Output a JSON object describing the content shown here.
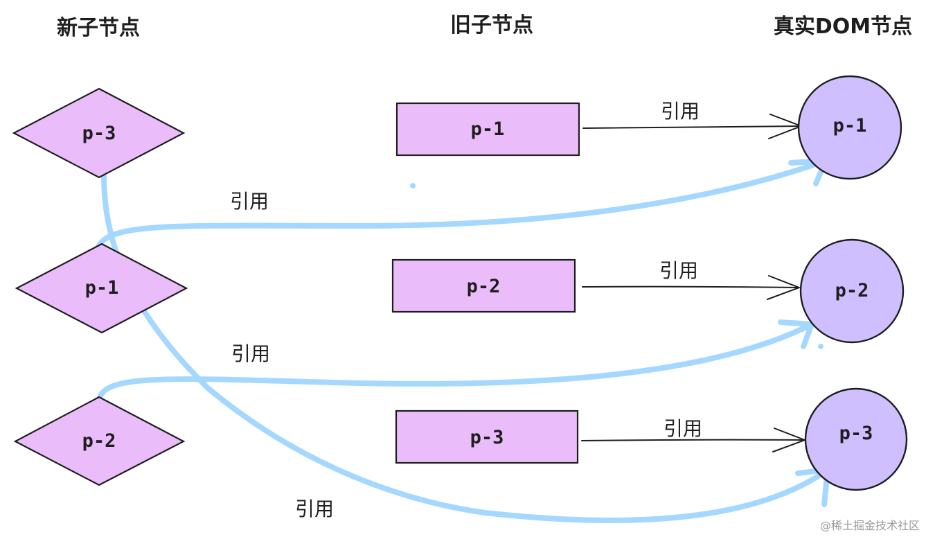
{
  "columns": {
    "new_children": "新子节点",
    "old_children": "旧子节点",
    "real_dom": "真实DOM节点"
  },
  "new_nodes": [
    {
      "id": "new-p-3",
      "label": "p-3"
    },
    {
      "id": "new-p-1",
      "label": "p-1"
    },
    {
      "id": "new-p-2",
      "label": "p-2"
    }
  ],
  "old_nodes": [
    {
      "id": "old-p-1",
      "label": "p-1"
    },
    {
      "id": "old-p-2",
      "label": "p-2"
    },
    {
      "id": "old-p-3",
      "label": "p-3"
    }
  ],
  "dom_nodes": [
    {
      "id": "dom-p-1",
      "label": "p-1"
    },
    {
      "id": "dom-p-2",
      "label": "p-2"
    },
    {
      "id": "dom-p-3",
      "label": "p-3"
    }
  ],
  "edges": {
    "old_to_dom": [
      {
        "from": "old-p-1",
        "to": "dom-p-1",
        "label": "引用"
      },
      {
        "from": "old-p-2",
        "to": "dom-p-2",
        "label": "引用"
      },
      {
        "from": "old-p-3",
        "to": "dom-p-3",
        "label": "引用"
      }
    ],
    "new_to_dom": [
      {
        "from": "new-p-1",
        "to": "dom-p-1",
        "label": "引用"
      },
      {
        "from": "new-p-2",
        "to": "dom-p-2",
        "label": "引用"
      },
      {
        "from": "new-p-3",
        "to": "dom-p-3",
        "label": "引用"
      }
    ]
  },
  "colors": {
    "new_node_fill": "#ebbcfa",
    "old_node_fill": "#ebbcfa",
    "dom_node_fill": "#d0bfff",
    "new_edge_color": "#a5d8ff",
    "old_edge_color": "#1e1e1e"
  },
  "watermark": "@稀土掘金技术社区"
}
